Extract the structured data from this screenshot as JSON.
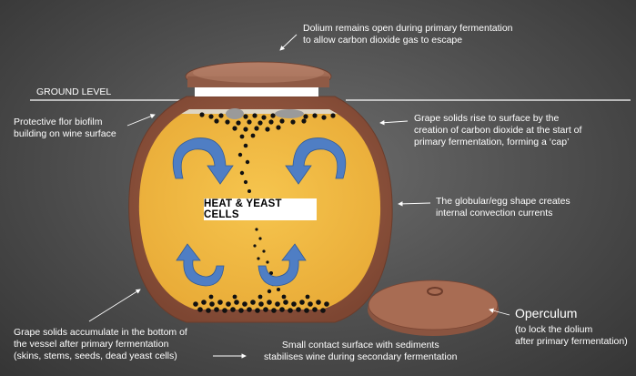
{
  "labels": {
    "ground_level": "GROUND LEVEL",
    "dolium_open": "Dolium remains open during primary fermentation\nto allow carbon dioxide gas to escape",
    "flor": "Protective flor biofilm\nbuilding on wine surface",
    "cap": "Grape solids rise to surface by the\ncreation of carbon dioxide at the start of\nprimary fermentation, forming a ‘cap’",
    "convection": "The globular/egg shape creates\ninternal convection currents",
    "heat_yeast": "HEAT & YEAST CELLS",
    "accumulate": "Grape solids accumulate in the bottom of\nthe  vessel after primary fermentation\n(skins, stems, seeds, dead yeast cells)",
    "contact_surface": "Small contact surface with sediments\nstabilises wine during secondary fermentation",
    "operculum_title": "Operculum",
    "operculum_desc": "(to lock the dolium\n after primary fermentation)"
  },
  "colors": {
    "background": "#555555",
    "vessel_clay": "#9a5d45",
    "wine": "#f2bc45",
    "arrow": "#4f7ec4",
    "solids": "#111111"
  }
}
